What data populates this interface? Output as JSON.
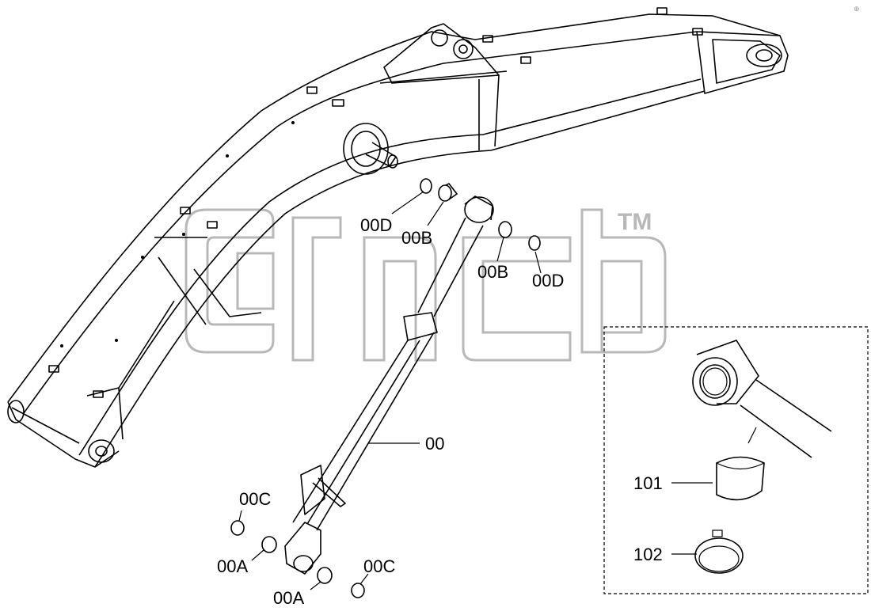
{
  "watermark": {
    "trademark": "TM"
  },
  "corner_mark": "⊕",
  "callouts": {
    "c00D_top": "00D",
    "c00B_top": "00B",
    "c00B_right": "00B",
    "c00D_right": "00D",
    "c00": "00",
    "c00C_left": "00C",
    "c00A_left": "00A",
    "c00A_bottom": "00A",
    "c00C_bottom": "00C",
    "c101": "101",
    "c102": "102"
  },
  "colors": {
    "line": "#000000",
    "watermark": "#b8b8b8",
    "background": "#ffffff"
  }
}
